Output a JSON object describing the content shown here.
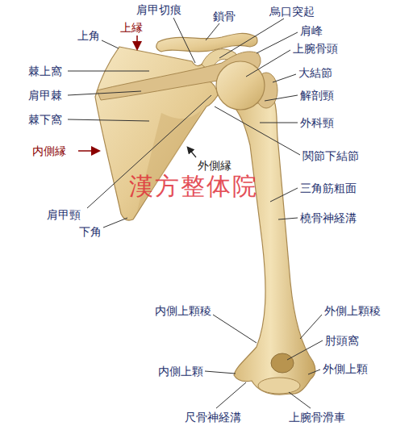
{
  "diagram": {
    "labels": [
      "肩甲切痕",
      "鎖骨",
      "烏口突起",
      "上角",
      "上縁",
      "肩峰",
      "上腕骨頭",
      "棘上窩",
      "大結節",
      "肩甲棘",
      "解剖頸",
      "棘下窩",
      "外科頸",
      "内側縁",
      "関節下結節",
      "外側縁",
      "漢方整体院",
      "三角筋粗面",
      "肩甲頸",
      "橈骨神経溝",
      "下角",
      "内側上顆稜",
      "外側上顆稜",
      "肘頭窩",
      "内側上顆",
      "外側上顆",
      "尺骨神経溝",
      "上腕骨滑車"
    ]
  }
}
